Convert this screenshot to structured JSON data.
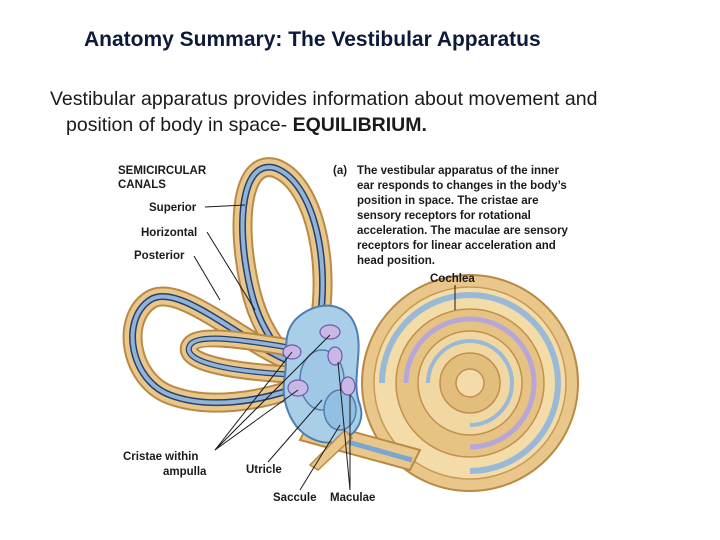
{
  "title": "Anatomy Summary: The Vestibular Apparatus",
  "bullet": {
    "line1": "Vestibular apparatus provides information about movement and",
    "line2_prefix": "position of body  in space- ",
    "line2_bold": "EQUILIBRIUM."
  },
  "figure": {
    "panel_letter": "(a)",
    "caption_lines": [
      "The vestibular apparatus of the inner",
      "ear responds to changes in the body’s",
      "position in space. The cristae are",
      "sensory receptors for rotational",
      "acceleration. The maculae are sensory",
      "receptors for linear acceleration and",
      "head position."
    ],
    "labels": {
      "semicircular_1": "SEMICIRCULAR",
      "semicircular_2": "CANALS",
      "superior": "Superior",
      "horizontal": "Horizontal",
      "posterior": "Posterior",
      "cochlea": "Cochlea",
      "cristae_1": "Cristae  within",
      "cristae_2": "ampulla",
      "utricle": "Utricle",
      "saccule": "Saccule",
      "maculae": "Maculae"
    },
    "colors": {
      "bone": "#e9c78a",
      "bone_dark": "#c9964f",
      "canal_blue": "#8fb3d9",
      "canal_dark": "#2b3f66",
      "vestibule": "#a9cfe8",
      "crista": "#c9b8e6"
    }
  }
}
